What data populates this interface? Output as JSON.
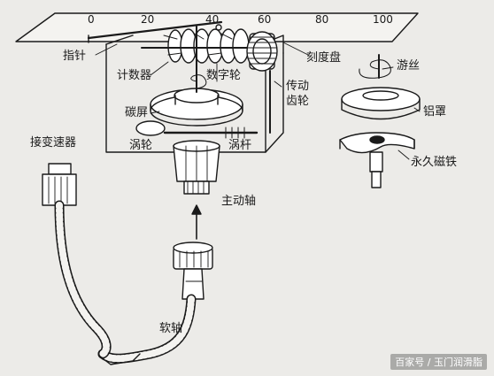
{
  "dial": {
    "ticks": [
      "0",
      "20",
      "40",
      "60",
      "80",
      "100"
    ],
    "label": "刻度盘"
  },
  "labels": {
    "pointer": "指针",
    "counter": "计数器",
    "digit_wheel": "数字轮",
    "drive_gear_1": "传动",
    "drive_gear_2": "齿轮",
    "carbon_screen": "碳屏",
    "worm_wheel": "涡轮",
    "worm_rod": "涡杆",
    "main_shaft": "主动轴",
    "hairspring": "游丝",
    "aluminum_cover": "铝罩",
    "permanent_magnet": "永久磁铁",
    "to_transmission": "接变速器",
    "flexible_shaft": "软轴"
  },
  "watermark": "百家号 / 玉门润滑脂",
  "colors": {
    "ink": "#1a1a1a",
    "paper": "#ecebe8"
  }
}
